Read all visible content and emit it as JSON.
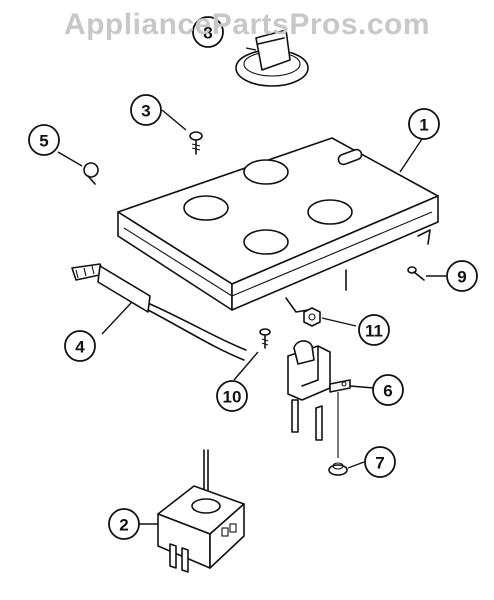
{
  "watermark": "AppliancePartsPros.com",
  "callouts": [
    {
      "id": "1",
      "label": "1"
    },
    {
      "id": "2",
      "label": "2"
    },
    {
      "id": "3",
      "label": "3"
    },
    {
      "id": "4",
      "label": "4"
    },
    {
      "id": "5",
      "label": "5"
    },
    {
      "id": "6",
      "label": "6"
    },
    {
      "id": "7",
      "label": "7"
    },
    {
      "id": "8",
      "label": "8"
    },
    {
      "id": "9",
      "label": "9"
    },
    {
      "id": "10",
      "label": "10"
    },
    {
      "id": "11",
      "label": "11"
    }
  ]
}
